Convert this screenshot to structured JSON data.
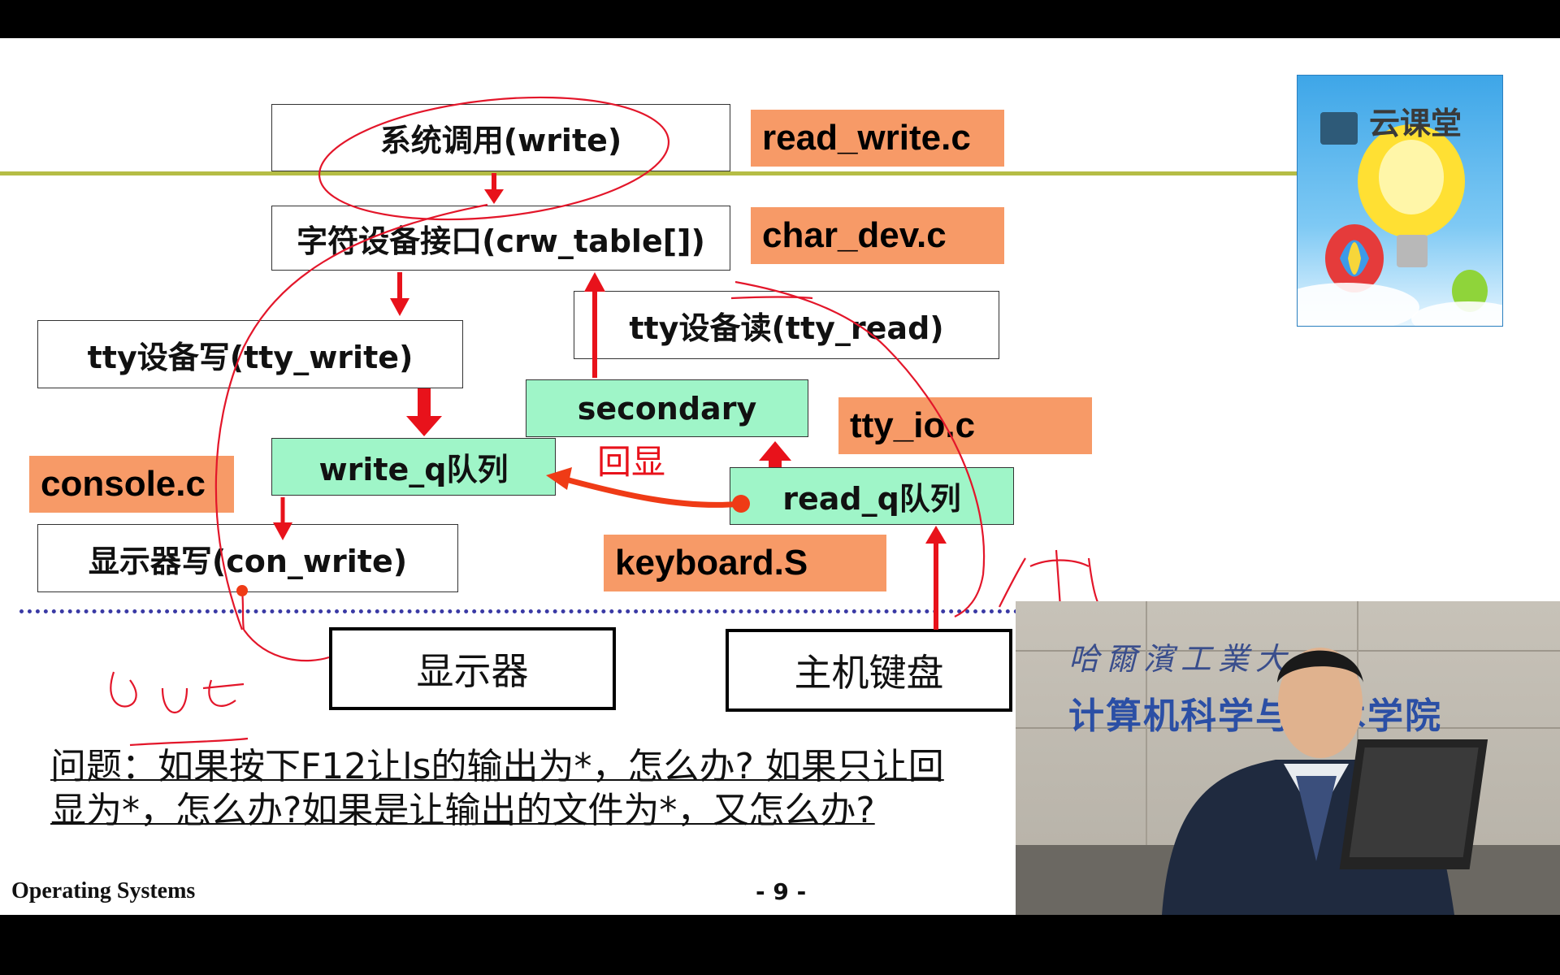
{
  "slide": {
    "boxes": {
      "syscall": "系统调用(write)",
      "char_dev_iface": "字符设备接口(crw_table[])",
      "tty_write": "tty设备写(tty_write)",
      "tty_read": "tty设备读(tty_read)",
      "secondary": "secondary",
      "write_q": "write_q队列",
      "read_q": "read_q队列",
      "con_write": "显示器写(con_write)",
      "display": "显示器",
      "keyboard": "主机键盘"
    },
    "files": {
      "read_write": "read_write.c",
      "char_dev": "char_dev.c",
      "tty_io": "tty_io.c",
      "console": "console.c",
      "keyboard_s": "keyboard.S"
    },
    "echo_label": "回显",
    "question_line1": "问题：如果按下F12让ls的输出为*，怎么办? 如果只让回",
    "question_line2": "显为*，怎么办?如果是让输出的文件为*，又怎么办?",
    "footer_title": "Operating Systems",
    "page_number": "- 9 -"
  },
  "annotations": {
    "handwritten_out": "out",
    "handwritten_interrupt": "中断"
  },
  "logo": {
    "text": "云课堂"
  },
  "video": {
    "sign_school": "哈爾濱工業大",
    "sign_dept": "计算机科学与技术学院"
  },
  "colors": {
    "arrow_red": "#e8121b",
    "echo_arrow": "#ef3b16",
    "green_box": "#9ff5c8",
    "orange_label": "#f79a67",
    "divider_olive": "#b5bd45",
    "dotted_blue": "#3a3aa5"
  }
}
